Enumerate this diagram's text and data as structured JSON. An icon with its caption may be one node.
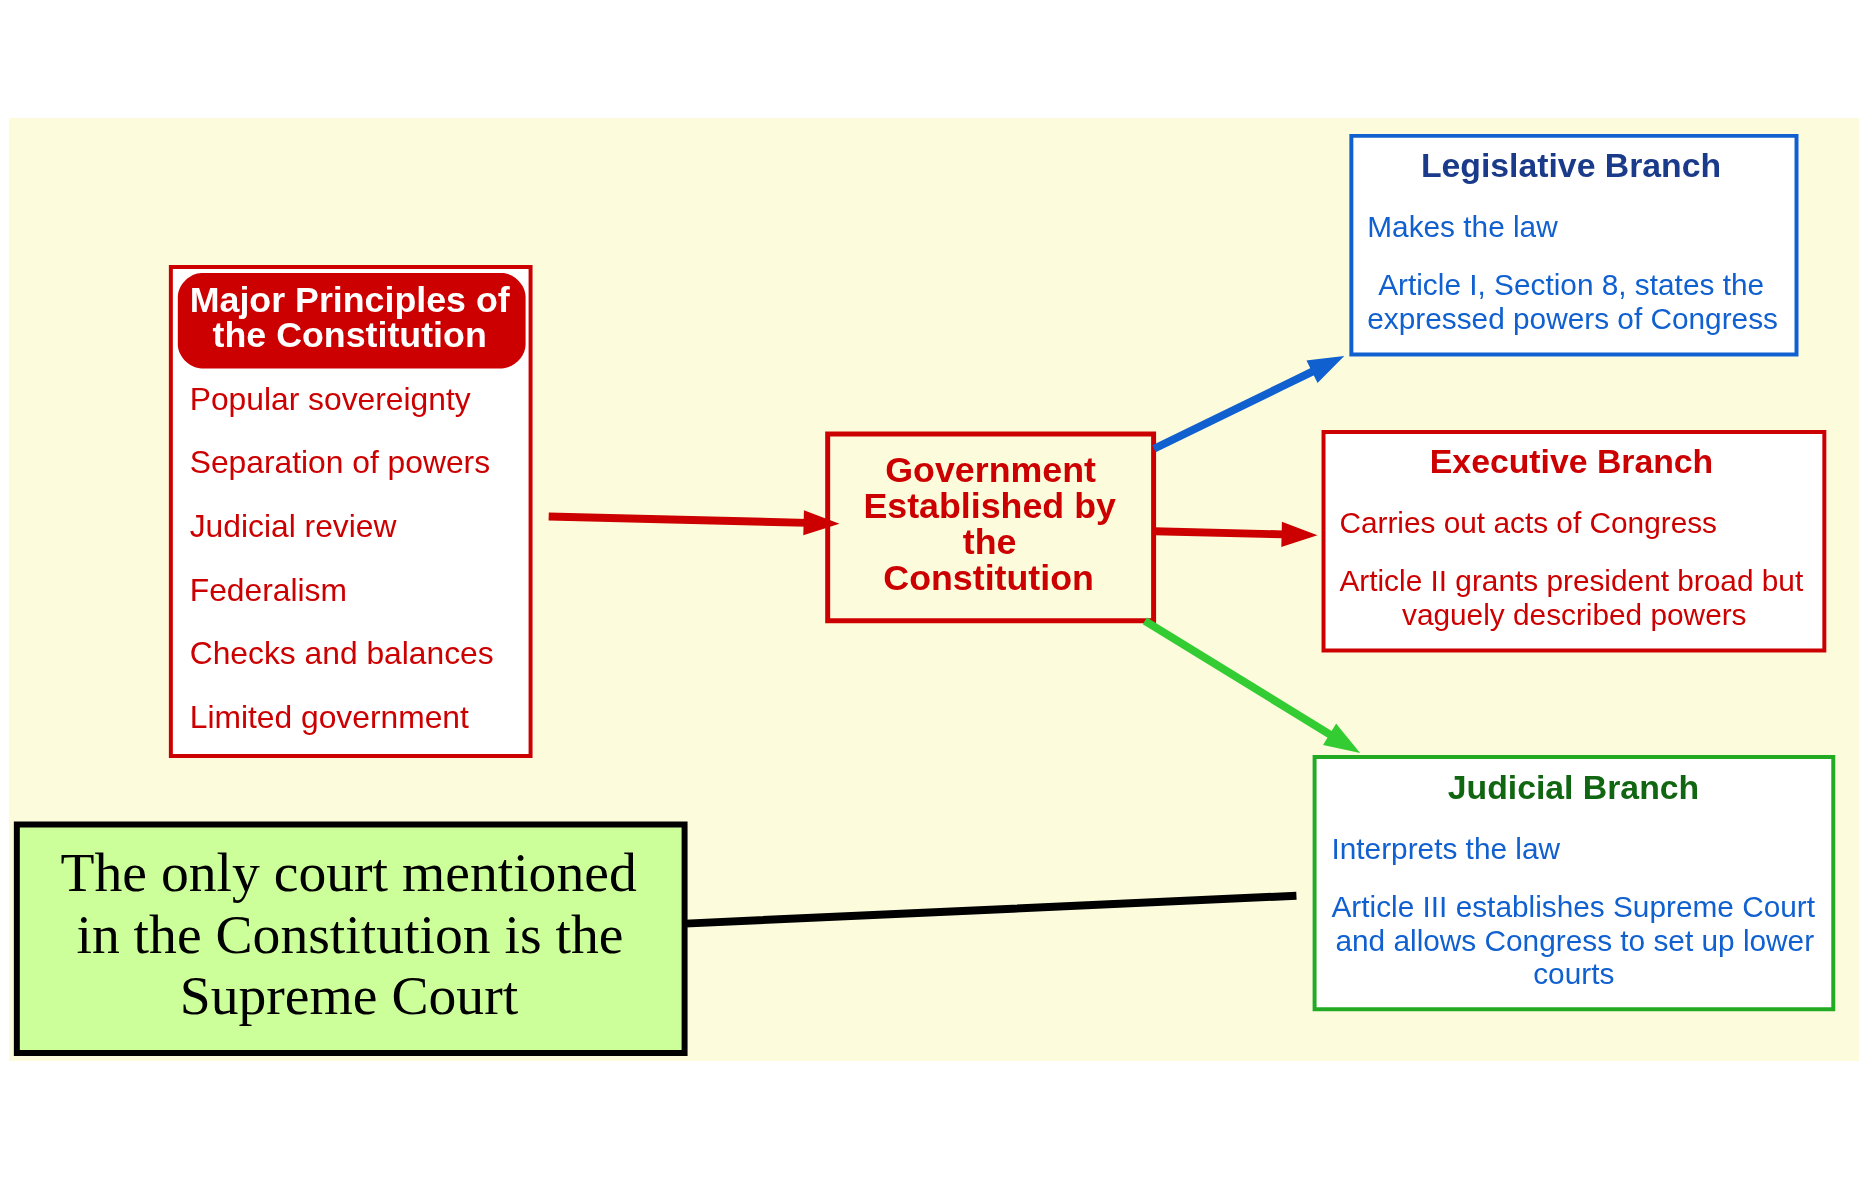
{
  "diagram": {
    "nodes": [
      {
        "text": [
          "Major Principles of the Constitution",
          "Popular sovereignty",
          "Separation of powers",
          "Judicial review",
          "Federalism",
          "Checks and balances",
          "Limited government"
        ]
      },
      {
        "text": [
          "Government Established by the Constitution"
        ]
      },
      {
        "text": [
          "Legislative Branch",
          "Makes the law",
          "Article I, Section 8, states the expressed powers of Congress"
        ]
      },
      {
        "text": [
          "Executive Branch",
          "Carries out acts of Congress",
          "Article II grants president broad but vaguely described powers"
        ]
      },
      {
        "text": [
          "Judicial Branch",
          "Interprets the law",
          "Article III establishes Supreme Court and allows Congress to set up lower courts"
        ]
      },
      {
        "text": [
          "The only court mentioned in the Constitution is the Supreme Court"
        ]
      }
    ],
    "edges": [
      {
        "from": 0,
        "to": 1,
        "arrow": "to"
      },
      {
        "from": 1,
        "to": 2,
        "arrow": "to",
        "color": "#1060d0"
      },
      {
        "from": 1,
        "to": 3,
        "arrow": "to"
      },
      {
        "from": 1,
        "to": 4,
        "arrow": "to",
        "color": "#33cc33"
      },
      {
        "from": 5,
        "to": 4,
        "arrow": "none",
        "color": "#000000"
      }
    ]
  }
}
